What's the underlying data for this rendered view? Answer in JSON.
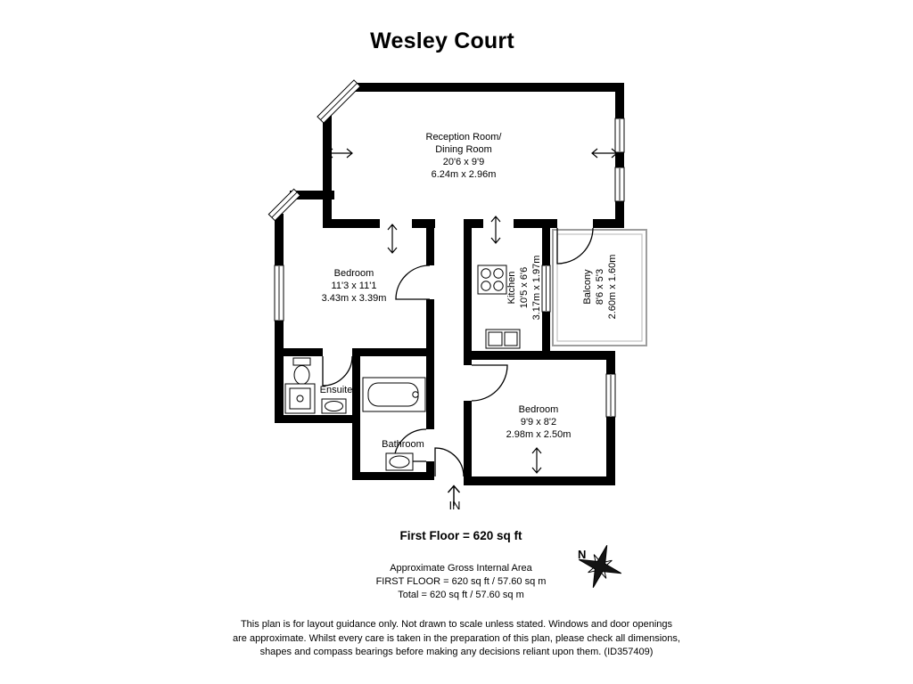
{
  "title": "Wesley Court",
  "rooms": {
    "reception": {
      "name_line1": "Reception Room/",
      "name_line2": "Dining Room",
      "dims_imperial": "20'6 x 9'9",
      "dims_metric": "6.24m x 2.96m"
    },
    "bedroom1": {
      "name": "Bedroom",
      "dims_imperial": "11'3 x 11'1",
      "dims_metric": "3.43m x 3.39m"
    },
    "kitchen": {
      "name": "Kitchen",
      "dims_imperial": "10'5 x 6'6",
      "dims_metric": "3.17m x 1.97m"
    },
    "balcony": {
      "name": "Balcony",
      "dims_imperial": "8'6 x 5'3",
      "dims_metric": "2.60m x 1.60m"
    },
    "ensuite": {
      "name": "Ensuite"
    },
    "bathroom": {
      "name": "Bathroom"
    },
    "bedroom2": {
      "name": "Bedroom",
      "dims_imperial": "9'9 x 8'2",
      "dims_metric": "2.98m x 2.50m"
    }
  },
  "entrance_label": "IN",
  "compass_label": "N",
  "floor_total": "First Floor = 620 sq ft",
  "area_summary": {
    "line1": "Approximate Gross Internal Area",
    "line2": "FIRST FLOOR = 620 sq ft / 57.60 sq m",
    "line3": "Total = 620 sq ft / 57.60 sq m"
  },
  "disclaimer": {
    "line1": "This plan is for layout guidance only. Not drawn to scale unless stated. Windows and door openings",
    "line2": "are approximate. Whilst every care is taken in the preparation of this plan, please check all dimensions,",
    "line3": "shapes and compass bearings before making any decisions reliant upon them. (ID357409)"
  },
  "symbols": {
    "compass": "compass-rose",
    "entrance_arrow": "up-arrow",
    "fixtures": [
      "toilet",
      "shower",
      "washbasin",
      "bathtub",
      "hob",
      "kitchen-sink"
    ]
  },
  "colors": {
    "wall": "#000000",
    "railing": "#9e9e9e",
    "background": "#ffffff"
  }
}
